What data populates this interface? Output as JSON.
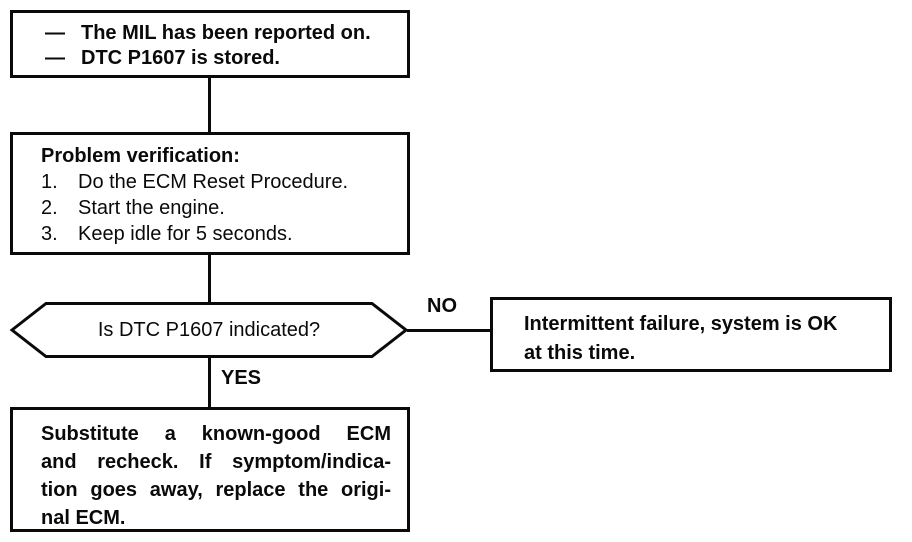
{
  "page": {
    "background": "#ffffff",
    "ink": "#0a0a0a"
  },
  "flowchart": {
    "symptom_box": {
      "bullet": "—",
      "items": [
        "The MIL has been reported on.",
        "DTC P1607 is stored."
      ]
    },
    "verification_box": {
      "heading": "Problem verification:",
      "steps": [
        {
          "num": "1.",
          "text": "Do the ECM Reset Procedure."
        },
        {
          "num": "2.",
          "text": "Start the engine."
        },
        {
          "num": "3.",
          "text": "Keep idle for 5 seconds."
        }
      ]
    },
    "decision": {
      "question": "Is DTC P1607 indicated?",
      "no_label": "NO",
      "yes_label": "YES"
    },
    "no_result_box": {
      "lines": [
        "Intermittent failure, system is OK",
        "at this time."
      ]
    },
    "yes_result_box": {
      "lines": [
        "Substitute a known-good ECM",
        "and recheck. If symptom/indica-",
        "tion goes away, replace the origi-",
        "nal ECM."
      ]
    }
  }
}
